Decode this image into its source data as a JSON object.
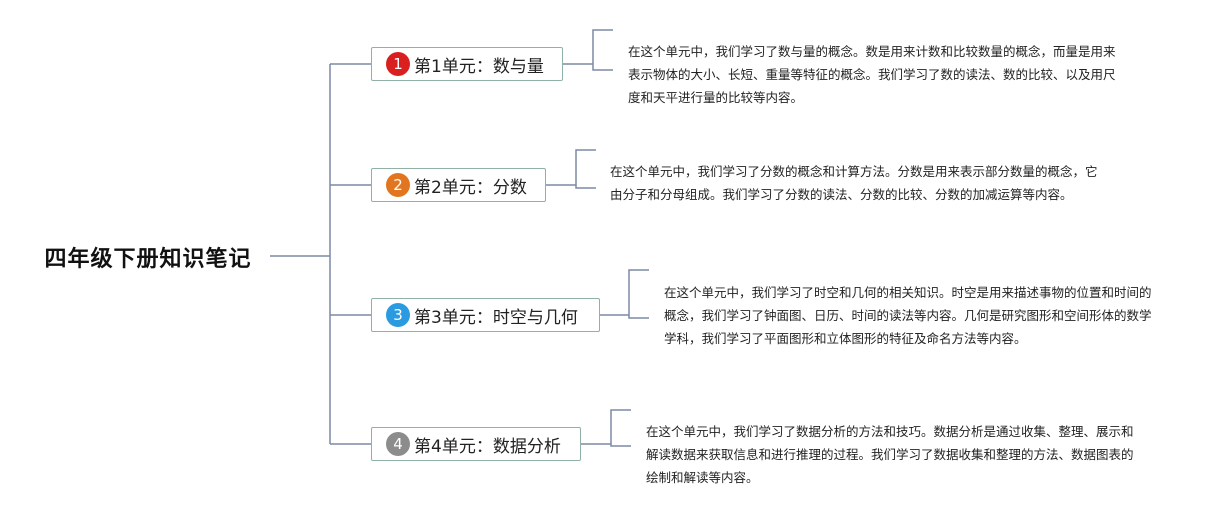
{
  "root": {
    "title": "四年级下册知识笔记"
  },
  "colors": {
    "connector": "#7d8aa6",
    "box_border": "#8fb1a8",
    "badge_1": "#d91f1f",
    "badge_2": "#e2751f",
    "badge_3": "#2a9be0",
    "badge_4": "#8c8c8c"
  },
  "units": [
    {
      "number": "1",
      "label": "第1单元：数与量",
      "description": "在这个单元中，我们学习了数与量的概念。数是用来计数和比较数量的概念，而量是用来表示物体的大小、长短、重量等特征的概念。我们学习了数的读法、数的比较、以及用尺度和天平进行量的比较等内容。"
    },
    {
      "number": "2",
      "label": "第2单元：分数",
      "description": "在这个单元中，我们学习了分数的概念和计算方法。分数是用来表示部分数量的概念，它由分子和分母组成。我们学习了分数的读法、分数的比较、分数的加减运算等内容。"
    },
    {
      "number": "3",
      "label": "第3单元：时空与几何",
      "description": "在这个单元中，我们学习了时空和几何的相关知识。时空是用来描述事物的位置和时间的概念，我们学习了钟面图、日历、时间的读法等内容。几何是研究图形和空间形体的数学学科，我们学习了平面图形和立体图形的特征及命名方法等内容。"
    },
    {
      "number": "4",
      "label": "第4单元：数据分析",
      "description": "在这个单元中，我们学习了数据分析的方法和技巧。数据分析是通过收集、整理、展示和解读数据来获取信息和进行推理的过程。我们学习了数据收集和整理的方法、数据图表的绘制和解读等内容。"
    }
  ]
}
